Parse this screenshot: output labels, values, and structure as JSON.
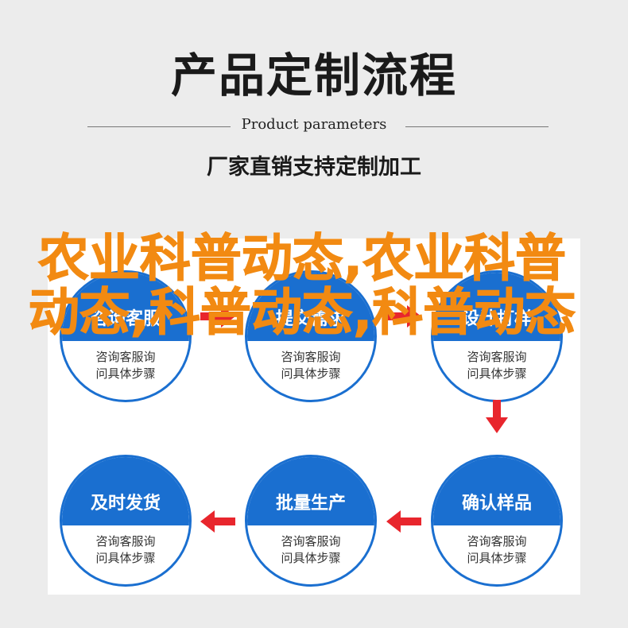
{
  "header": {
    "title": "产品定制流程",
    "subtitle_en": "Product parameters",
    "tagline": "厂家直销支持定制加工"
  },
  "steps": [
    {
      "title": "咨询客服",
      "desc1": "咨询客服询",
      "desc2": "问具体步骤"
    },
    {
      "title": "提交需求",
      "desc1": "咨询客服询",
      "desc2": "问具体步骤"
    },
    {
      "title": "设计打样",
      "desc1": "咨询客服询",
      "desc2": "问具体步骤"
    },
    {
      "title": "确认样品",
      "desc1": "咨询客服询",
      "desc2": "问具体步骤"
    },
    {
      "title": "批量生产",
      "desc1": "咨询客服询",
      "desc2": "问具体步骤"
    },
    {
      "title": "及时发货",
      "desc1": "咨询客服询",
      "desc2": "问具体步骤"
    }
  ],
  "watermark": "农业科普动态,农业科普动态,科普动态,科普动态",
  "colors": {
    "step_blue": "#1a6fd0",
    "arrow_red": "#e8262d",
    "watermark_orange": "#f28a12"
  }
}
